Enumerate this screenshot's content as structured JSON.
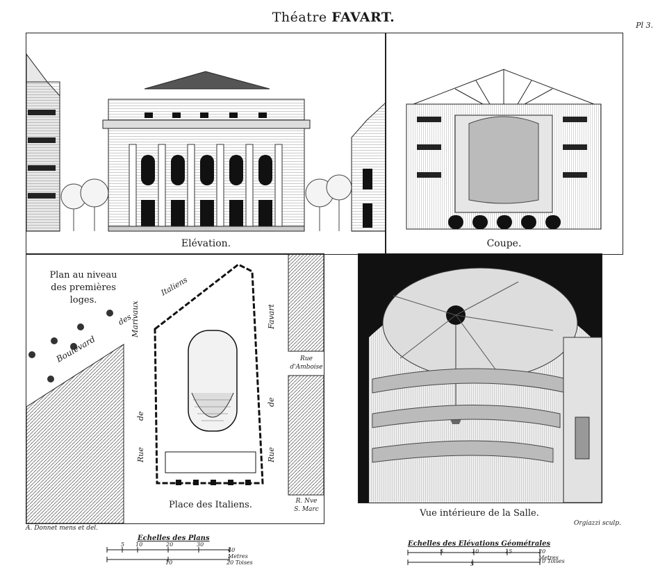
{
  "header": {
    "title_prefix": "Théatre",
    "title_bold": "FAVART.",
    "plate": "Pl 3."
  },
  "captions": {
    "elevation": "Elévation.",
    "coupe": "Coupe.",
    "plan_line1": "Plan au niveau",
    "plan_line2": "des premières loges.",
    "place": "Place des Italiens.",
    "vue": "Vue intérieure de la Salle."
  },
  "streets": {
    "italiens": "Italiens",
    "des": "des",
    "boulevard": "Boulevard",
    "marivaux": "Marivaux",
    "de_left": "de",
    "rue_left": "Rue",
    "favart": "Favart",
    "de_right": "de",
    "rue_right": "Rue",
    "amboise_1": "Rue",
    "amboise_2": "d'Amboise",
    "rns_1": "R. Nve",
    "rns_2": "S. Marc"
  },
  "credits": {
    "left": "A. Donnet mens et del.",
    "right": "Orgiazzi sculp."
  },
  "scales": {
    "plans_label": "Echelles des Plans",
    "plans_top_ticks": [
      "5",
      "10",
      "20",
      "30",
      "40 Metres"
    ],
    "plans_bottom_ticks": [
      "10",
      "20 Toises"
    ],
    "elev_label": "Echelles des Elévations Géométrales",
    "elev_top_ticks": [
      "5",
      "10",
      "15",
      "20 Metres"
    ],
    "elev_bottom_ticks": [
      "5",
      "10 Toises"
    ]
  }
}
